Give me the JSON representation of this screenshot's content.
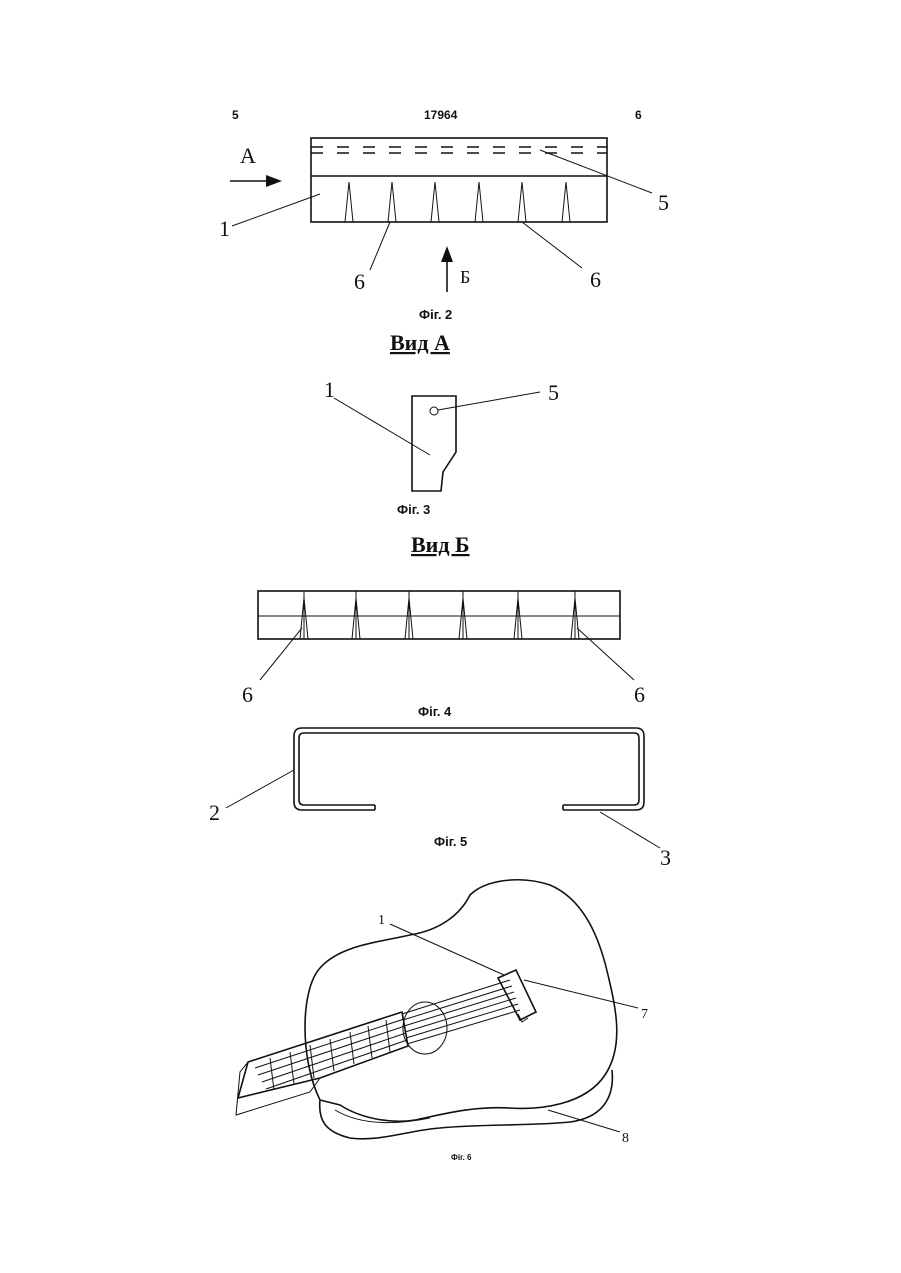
{
  "header": {
    "page_left": "5",
    "patent_number": "17964",
    "page_right": "6"
  },
  "fig2": {
    "caption": "Фіг. 2",
    "arrow_a": "А",
    "arrow_b": "Б",
    "label_1": "1",
    "label_5": "5",
    "label_6_left": "6",
    "label_6_right": "6"
  },
  "fig3": {
    "view_title": "Вид А",
    "caption": "Фіг. 3",
    "label_1": "1",
    "label_5": "5"
  },
  "fig4": {
    "view_title": "Вид Б",
    "caption": "Фіг. 4",
    "label_6_left": "6",
    "label_6_right": "6"
  },
  "fig5": {
    "caption": "Фіг. 5",
    "label_2": "2",
    "label_3": "3"
  },
  "fig6": {
    "caption": "Фіг. 6",
    "label_1": "1",
    "label_7": "7",
    "label_8": "8"
  }
}
